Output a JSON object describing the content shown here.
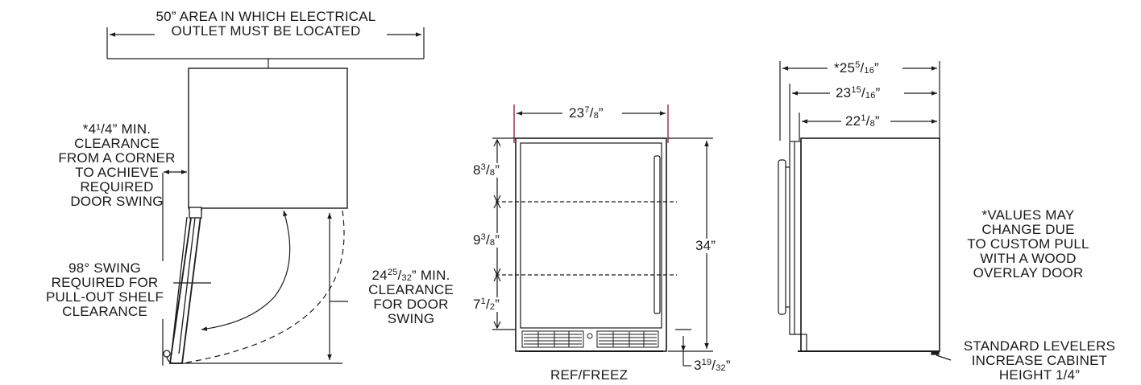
{
  "top_view": {
    "outlet_area": [
      "50” AREA IN WHICH ELECTRICAL",
      "OUTLET MUST BE LOCATED"
    ],
    "corner_clearance": [
      "*4¹/4” MIN.",
      "CLEARANCE",
      "FROM A CORNER",
      "TO ACHIEVE",
      "REQUIRED",
      "DOOR SWING"
    ],
    "swing_note": [
      "98° SWING",
      "REQUIRED FOR",
      "PULL-OUT SHELF",
      "CLEARANCE"
    ],
    "door_swing_clearance": {
      "whole": "24",
      "num": "25",
      "den": "32",
      "suffix": "” MIN.",
      "lines": [
        "CLEARANCE",
        "FOR DOOR",
        "SWING"
      ]
    }
  },
  "front_view": {
    "width": {
      "whole": "23",
      "num": "7",
      "den": "8"
    },
    "shelf_1": {
      "whole": "8",
      "num": "3",
      "den": "8"
    },
    "shelf_2": {
      "whole": "9",
      "num": "3",
      "den": "8"
    },
    "shelf_3": {
      "whole": "7",
      "num": "1",
      "den": "2"
    },
    "height": "34”",
    "kick_height": {
      "whole": "3",
      "num": "19",
      "den": "32"
    },
    "model_label": "REF/FREEZ"
  },
  "side_view": {
    "depth_overall": {
      "whole": "*25",
      "num": "5",
      "den": "16"
    },
    "depth_door": {
      "whole": "23",
      "num": "15",
      "den": "16"
    },
    "depth_cabinet": {
      "whole": "22",
      "num": "1",
      "den": "8"
    },
    "custom_note": [
      "*VALUES MAY",
      "CHANGE DUE",
      "TO CUSTOM PULL",
      "WITH A WOOD",
      "OVERLAY DOOR"
    ],
    "leveler_note": [
      "STANDARD LEVELERS",
      "INCREASE CABINET",
      "HEIGHT 1/4”"
    ]
  },
  "colors": {
    "line": "#1a1a1a",
    "accent": "#8b1a2b"
  }
}
